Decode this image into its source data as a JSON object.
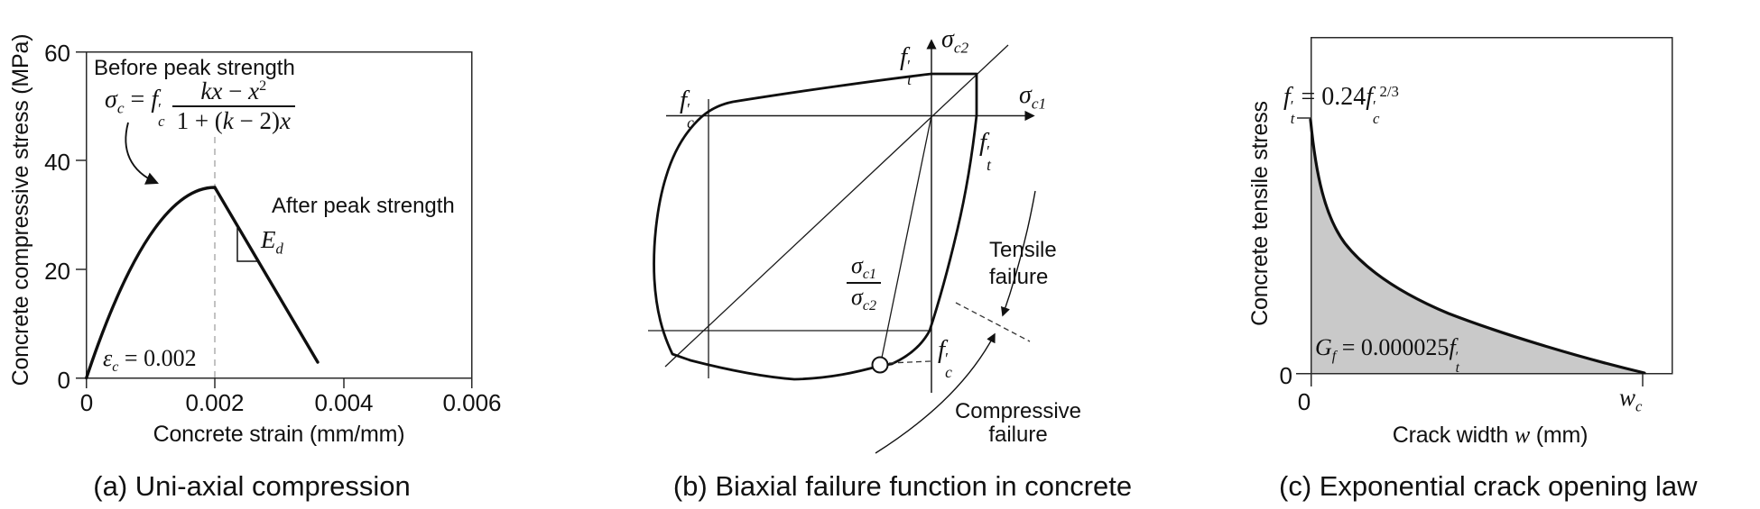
{
  "colors": {
    "line": "#111111",
    "frame": "#2a2a2a",
    "dashed_guide": "#b3b3b3",
    "shade": "#c9c9c9"
  },
  "panel_a": {
    "caption": "(a) Uni-axial compression",
    "y_axis_label": "Concrete compressive stress (MPa)",
    "x_axis_label": "Concrete strain (mm/mm)",
    "yticks": [
      "60",
      "40",
      "20",
      "0"
    ],
    "xticks": [
      "0",
      "0.002",
      "0.004",
      "0.006"
    ],
    "before_peak": "Before peak strength",
    "after_peak": "After peak strength",
    "formula": {
      "sigma": "σ",
      "sigma_sub": "c",
      "equals": "=",
      "f": "f",
      "prime": "′",
      "f_sub": "c",
      "num_kx": "kx",
      "num_minus": " − ",
      "num_x": "x",
      "num_sup": "2",
      "den_1": "1 + (",
      "den_k": "k",
      "den_mid": " − 2)",
      "den_x": "x"
    },
    "eps": {
      "main": "ε",
      "sub": "c",
      "rest": " = 0.002"
    },
    "ed": {
      "main": "E",
      "sub": "d"
    }
  },
  "panel_b": {
    "caption": "(b) Biaxial failure function in concrete",
    "sigma_c2": {
      "main": "σ",
      "sub": "c2"
    },
    "sigma_c1": {
      "main": "σ",
      "sub": "c1"
    },
    "ft_top": {
      "f": "f",
      "prime": "′",
      "sub": "t"
    },
    "ft_right": {
      "f": "f",
      "prime": "′",
      "sub": "t"
    },
    "fc_left": {
      "f": "f",
      "prime": "′",
      "sub": "c"
    },
    "fc_bottom": {
      "f": "f",
      "prime": "′",
      "sub": "c"
    },
    "ratio": {
      "num_main": "σ",
      "num_sub": "c1",
      "den_main": "σ",
      "den_sub": "c2"
    },
    "tensile_line1": "Tensile",
    "tensile_line2": "failure",
    "compressive_line1": "Compressive",
    "compressive_line2": "failure"
  },
  "panel_c": {
    "caption": "(c) Exponential crack opening law",
    "y_axis_label": "Concrete tensile stress",
    "x_label_pre": "Crack width ",
    "x_label_w": "w",
    "x_label_post": " (mm)",
    "ytick0": "0",
    "xtick0": "0",
    "wc": {
      "main": "w",
      "sub": "c"
    },
    "formula": {
      "f1": "f",
      "prime1": "′",
      "sub1": "t",
      "mid": " = 0.24",
      "f2": "f",
      "prime2": "′",
      "sub2": "c",
      "sup": "2/3"
    },
    "gf": {
      "g": "G",
      "g_sub": "f",
      "mid": " = 0.000025",
      "f": "f",
      "prime": "′",
      "f_sub": "t"
    }
  },
  "chart_data": [
    {
      "id": "a",
      "type": "line",
      "title": "(a) Uni-axial compression",
      "xlabel": "Concrete strain (mm/mm)",
      "ylabel": "Concrete compressive stress (MPa)",
      "xlim": [
        0,
        0.006
      ],
      "ylim": [
        0,
        60
      ],
      "x_ticks": [
        0,
        0.002,
        0.004,
        0.006
      ],
      "y_ticks": [
        0,
        20,
        40,
        60
      ],
      "grid": false,
      "series": [
        {
          "name": "before peak strength",
          "equation": "σc = f′c (kx − x²)/(1 + (k − 2)x)",
          "x": [
            0,
            0.0004,
            0.0008,
            0.0012,
            0.0016,
            0.002
          ],
          "y": [
            0,
            12.6,
            22.4,
            29.4,
            33.6,
            35
          ]
        },
        {
          "name": "after peak strength (linear softening, slope Ed)",
          "x": [
            0.002,
            0.0036
          ],
          "y": [
            35,
            3
          ]
        }
      ],
      "peak": {
        "strain": 0.002,
        "stress": 35
      },
      "dashed_guide_x": 0.002,
      "annotations": [
        "Before peak strength",
        "After peak strength",
        "εc = 0.002",
        "Ed"
      ]
    },
    {
      "id": "b",
      "type": "diagram",
      "title": "(b) Biaxial failure function in concrete",
      "x_axis": "σc1",
      "y_axis": "σc2",
      "axis_marks": {
        "tension": "f′t on both axes",
        "compression": "f′c on both axes"
      },
      "envelope_points_normalized_by_fc": [
        {
          "sigma_c1": 0.1,
          "sigma_c2": 0.1,
          "note": "biaxial tension corner f′t/f′t"
        },
        {
          "sigma_c1": 0.1,
          "sigma_c2": 0.0,
          "note": "uniaxial tension f′t"
        },
        {
          "sigma_c1": -1.0,
          "sigma_c2": 0.0,
          "note": "uniaxial compression f′c"
        },
        {
          "sigma_c1": 0.0,
          "sigma_c2": -1.0,
          "note": "uniaxial compression f′c"
        },
        {
          "sigma_c1": -1.18,
          "sigma_c2": -1.18,
          "note": "equal biaxial compression kink on 45° diagonal"
        },
        {
          "sigma_c1": -0.2,
          "sigma_c2": -1.2,
          "note": "marked point (circle) at stress ratio σc1/σc2"
        }
      ],
      "annotations": [
        "σc1/σc2 proportional-loading ray to marked point",
        "Tensile failure",
        "Compressive failure",
        "dashed boundary between tensile and compressive failure"
      ]
    },
    {
      "id": "c",
      "type": "area",
      "title": "(c) Exponential crack opening law",
      "xlabel": "Crack width w (mm)",
      "ylabel": "Concrete tensile stress",
      "x_ticks": [
        "0",
        "wc"
      ],
      "y_ticks": [
        "0",
        "f′t"
      ],
      "relations": {
        "tensile_strength": "f′t = 0.24 f′c^(2/3)",
        "fracture_energy": "Gf = 0.000025 f′t",
        "shaded_area": "Gf"
      },
      "curve_normalized": {
        "w_over_wc": [
          0,
          0.02,
          0.05,
          0.1,
          0.13,
          0.2,
          0.3,
          0.4,
          0.55,
          0.67,
          0.8,
          0.92,
          1.0
        ],
        "sigma_over_ft": [
          1.0,
          0.9,
          0.78,
          0.62,
          0.5,
          0.41,
          0.32,
          0.26,
          0.18,
          0.13,
          0.085,
          0.05,
          0.0
        ]
      }
    }
  ]
}
